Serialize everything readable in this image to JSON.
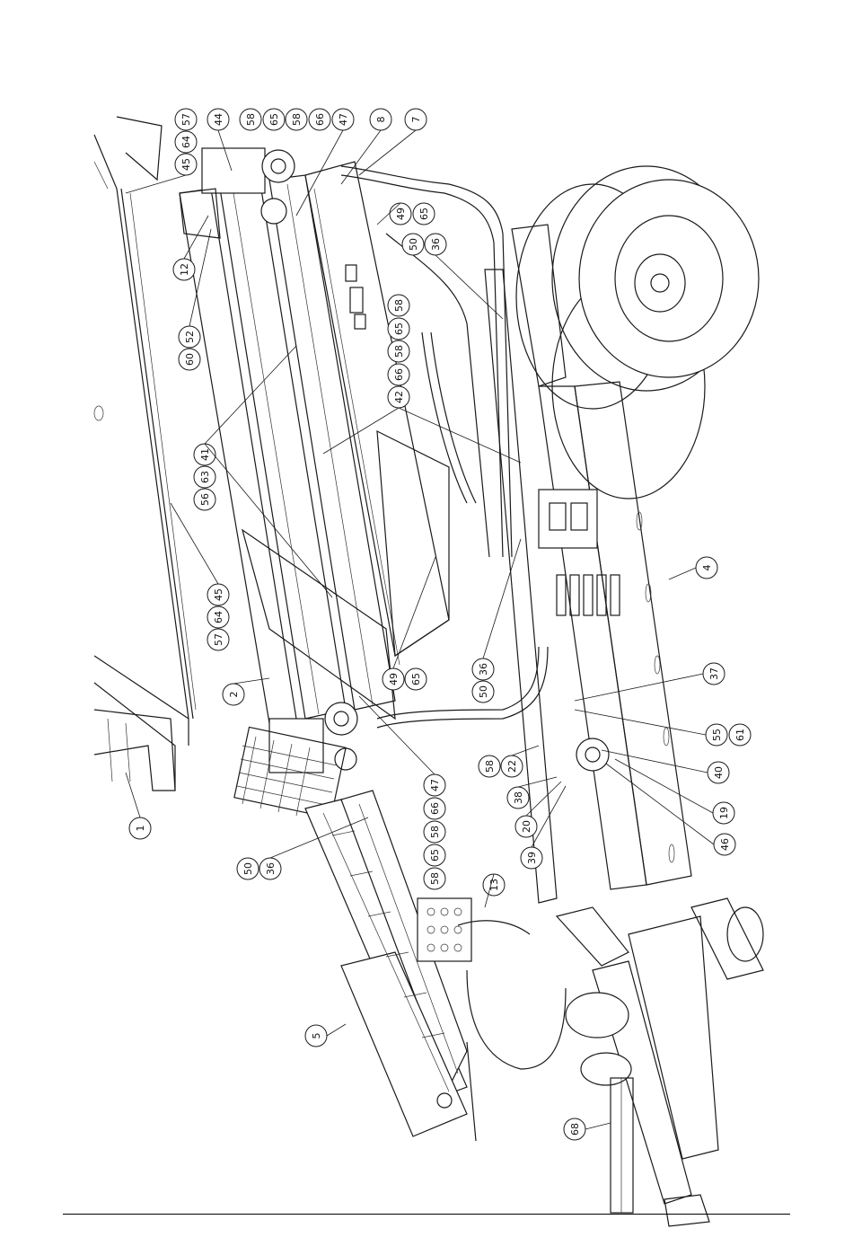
{
  "callouts": [
    {
      "id": "c57a",
      "label": "57"
    },
    {
      "id": "c64a",
      "label": "64"
    },
    {
      "id": "c45a",
      "label": "45"
    },
    {
      "id": "c44",
      "label": "44"
    },
    {
      "id": "c58a",
      "label": "58"
    },
    {
      "id": "c65a",
      "label": "65"
    },
    {
      "id": "c58b",
      "label": "58"
    },
    {
      "id": "c66a",
      "label": "66"
    },
    {
      "id": "c47a",
      "label": "47"
    },
    {
      "id": "c8",
      "label": "8"
    },
    {
      "id": "c7",
      "label": "7"
    },
    {
      "id": "c49a",
      "label": "49"
    },
    {
      "id": "c65b",
      "label": "65"
    },
    {
      "id": "c50a",
      "label": "50"
    },
    {
      "id": "c36a",
      "label": "36"
    },
    {
      "id": "c12",
      "label": "12"
    },
    {
      "id": "c60",
      "label": "60"
    },
    {
      "id": "c52",
      "label": "52"
    },
    {
      "id": "c58c",
      "label": "58"
    },
    {
      "id": "c65c",
      "label": "65"
    },
    {
      "id": "c58d",
      "label": "58"
    },
    {
      "id": "c66b",
      "label": "66"
    },
    {
      "id": "c42",
      "label": "42"
    },
    {
      "id": "c56",
      "label": "56"
    },
    {
      "id": "c63",
      "label": "63"
    },
    {
      "id": "c41",
      "label": "41"
    },
    {
      "id": "c4",
      "label": "4"
    },
    {
      "id": "c57b",
      "label": "57"
    },
    {
      "id": "c64b",
      "label": "64"
    },
    {
      "id": "c45b",
      "label": "45"
    },
    {
      "id": "c49b",
      "label": "49"
    },
    {
      "id": "c65d",
      "label": "65"
    },
    {
      "id": "c50b",
      "label": "50"
    },
    {
      "id": "c36b",
      "label": "36"
    },
    {
      "id": "c37",
      "label": "37"
    },
    {
      "id": "c55",
      "label": "55"
    },
    {
      "id": "c61",
      "label": "61"
    },
    {
      "id": "c2",
      "label": "2"
    },
    {
      "id": "c58e",
      "label": "58"
    },
    {
      "id": "c22",
      "label": "22"
    },
    {
      "id": "c40",
      "label": "40"
    },
    {
      "id": "c38",
      "label": "38"
    },
    {
      "id": "c19",
      "label": "19"
    },
    {
      "id": "c20",
      "label": "20"
    },
    {
      "id": "c39",
      "label": "39"
    },
    {
      "id": "c46",
      "label": "46"
    },
    {
      "id": "c47b",
      "label": "47"
    },
    {
      "id": "c66c",
      "label": "66"
    },
    {
      "id": "c58f",
      "label": "58"
    },
    {
      "id": "c65e",
      "label": "65"
    },
    {
      "id": "c58g",
      "label": "58"
    },
    {
      "id": "c1",
      "label": "1"
    },
    {
      "id": "c50c",
      "label": "50"
    },
    {
      "id": "c36c",
      "label": "36"
    },
    {
      "id": "c13",
      "label": "13"
    },
    {
      "id": "c5",
      "label": "5"
    },
    {
      "id": "c68",
      "label": "68"
    }
  ]
}
